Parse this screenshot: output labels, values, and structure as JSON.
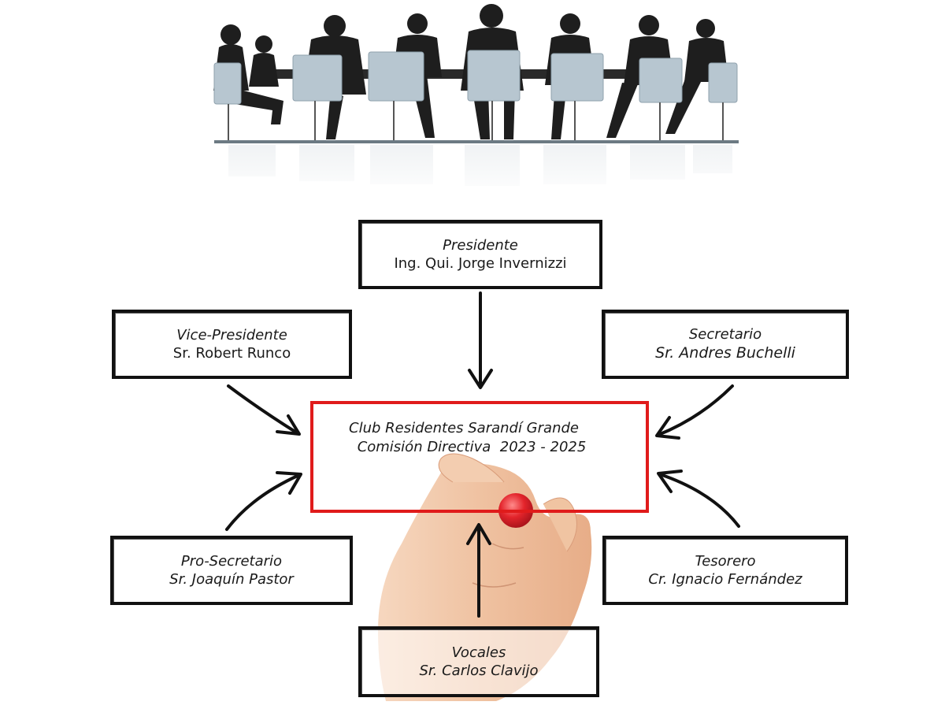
{
  "photo": {
    "description_icon": "meeting-silhouette-photo"
  },
  "center": {
    "line1": "Club Residentes Sarandí Grande",
    "line2": "Comisión Directiva  2023 - 2025",
    "border_color": "#e01b1b"
  },
  "president": {
    "role": "Presidente",
    "name": "Ing. Qui. Jorge Invernizzi"
  },
  "vice_president": {
    "role": "Vice-Presidente",
    "name": "Sr. Robert Runco"
  },
  "secretary": {
    "role": "Secretario",
    "name": "Sr. Andres Buchelli"
  },
  "pro_secretary": {
    "role": "Pro-Secretario",
    "name": "Sr. Joaquín Pastor"
  },
  "treasurer": {
    "role": "Tesorero",
    "name": "Cr. Ignacio Fernández"
  },
  "vocals": {
    "role": "Vocales",
    "name": "Sr. Carlos Clavijo"
  },
  "colors": {
    "box_border": "#111111",
    "marker": "#e3242b",
    "skin": "#f1c6a4"
  }
}
